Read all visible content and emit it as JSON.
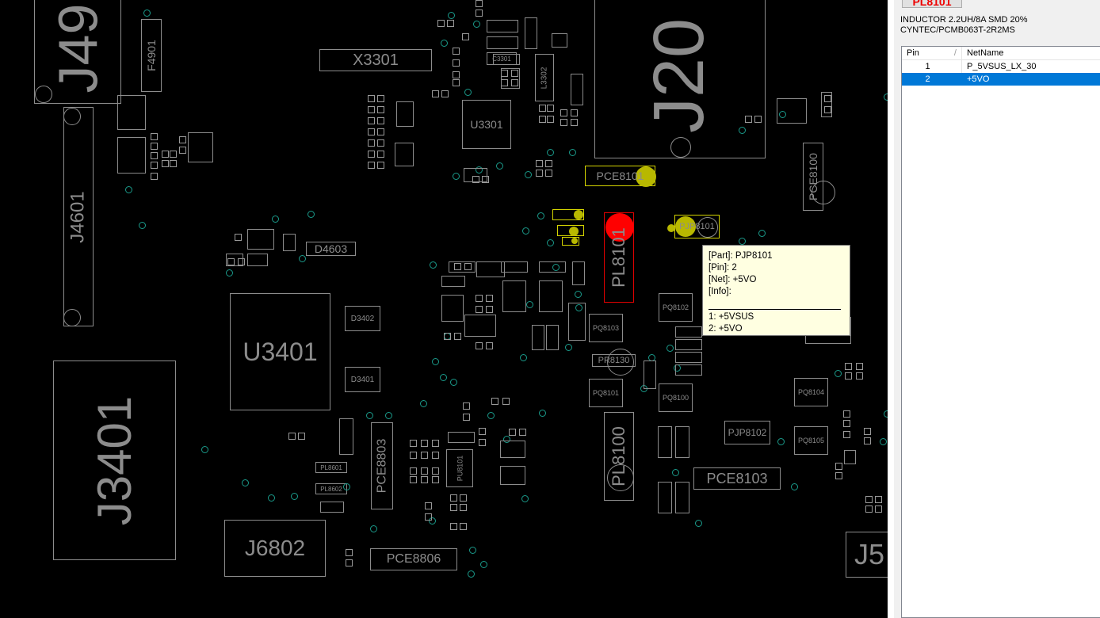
{
  "board": {
    "components": [
      {
        "id": "j49",
        "label": "J49"
      },
      {
        "id": "f4901",
        "label": "F4901"
      },
      {
        "id": "x3301",
        "label": "X3301"
      },
      {
        "id": "u3301",
        "label": "U3301"
      },
      {
        "id": "j20",
        "label": "J20"
      },
      {
        "id": "j4601",
        "label": "J4601"
      },
      {
        "id": "u3401",
        "label": "U3401"
      },
      {
        "id": "j3401",
        "label": "J3401"
      },
      {
        "id": "j6802",
        "label": "J6802"
      },
      {
        "id": "pce8806",
        "label": "PCE8806"
      },
      {
        "id": "pce8803",
        "label": "PCE8803"
      },
      {
        "id": "pl8100",
        "label": "PL8100"
      },
      {
        "id": "pce8103",
        "label": "PCE8103"
      },
      {
        "id": "pjp8102",
        "label": "PJP8102"
      },
      {
        "id": "pl8101",
        "label": "PL8101"
      },
      {
        "id": "pjp8101",
        "label": "PJP8101"
      },
      {
        "id": "pce8101",
        "label": "PCE8101"
      },
      {
        "id": "pce8100",
        "label": "PCE8100"
      },
      {
        "id": "d4603",
        "label": "D4603"
      },
      {
        "id": "d3402",
        "label": "D3402"
      },
      {
        "id": "d3401",
        "label": "D3401"
      },
      {
        "id": "pq8101",
        "label": "PQ8101"
      },
      {
        "id": "pq8100",
        "label": "PQ8100"
      },
      {
        "id": "pq8102",
        "label": "PQ8102"
      },
      {
        "id": "pq8103",
        "label": "PQ8103"
      },
      {
        "id": "pr8130",
        "label": "PR8130"
      },
      {
        "id": "j5",
        "label": "J5"
      },
      {
        "id": "pq8104",
        "label": "PQ8104"
      },
      {
        "id": "pq8105",
        "label": "PQ8105"
      },
      {
        "id": "l3302",
        "label": "L3302"
      },
      {
        "id": "c3301",
        "label": "C3301"
      },
      {
        "id": "pu8101",
        "label": "PU8101"
      },
      {
        "id": "pl8601",
        "label": "PL8601"
      },
      {
        "id": "pl8602",
        "label": "PL8602"
      }
    ]
  },
  "tooltip": {
    "part": "[Part]: PJP8101",
    "pin": "[Pin]: 2",
    "net": "[Net]: +5VO",
    "info": "[Info]:",
    "pin1": "1: +5VSUS",
    "pin2": "2: +5VO"
  },
  "panel": {
    "part_button": "PL8101",
    "description1": "INDUCTOR 2.2UH/8A SMD 20%",
    "description2": "CYNTEC/PCMB063T-2R2MS",
    "columns": [
      "Pin",
      "NetName"
    ],
    "sort_indicator": "/",
    "rows": [
      {
        "pin": "1",
        "net": "P_5VSUS_LX_30"
      },
      {
        "pin": "2",
        "net": "+5VO"
      }
    ],
    "selected_row": 1
  },
  "colors": {
    "highlight": "#ff0000",
    "net": "#b8b800",
    "via": "#1a9a8a",
    "selection": "#0078d7"
  }
}
